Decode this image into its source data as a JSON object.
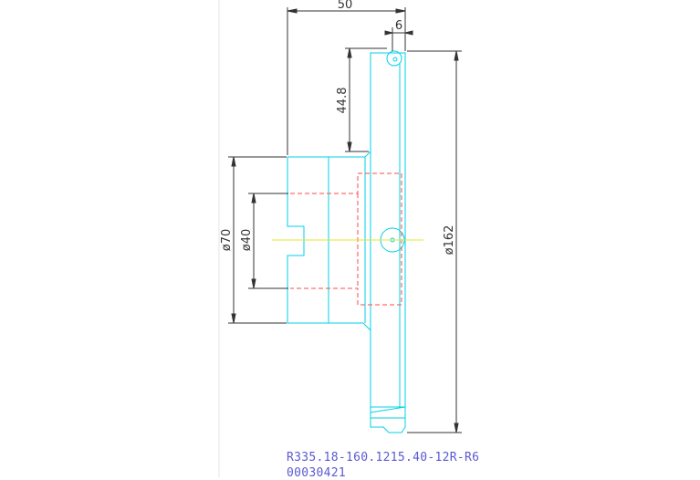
{
  "drawing": {
    "dimensions": {
      "overall_width": "50",
      "flange_thickness": "6",
      "hole_offset": "44.8",
      "hub_diameter": "ø70",
      "bore_diameter": "ø40",
      "outer_diameter": "ø162"
    },
    "title_block": {
      "part_number": "R335.18-160.1215.40-12R-R6",
      "drawing_id": "00030421"
    },
    "colors": {
      "outline": "#00d2e6",
      "hidden_line": "#ff4a4a",
      "centerline": "#e6e632",
      "dimension": "#333333",
      "title_text": "#5a5ad2"
    }
  }
}
